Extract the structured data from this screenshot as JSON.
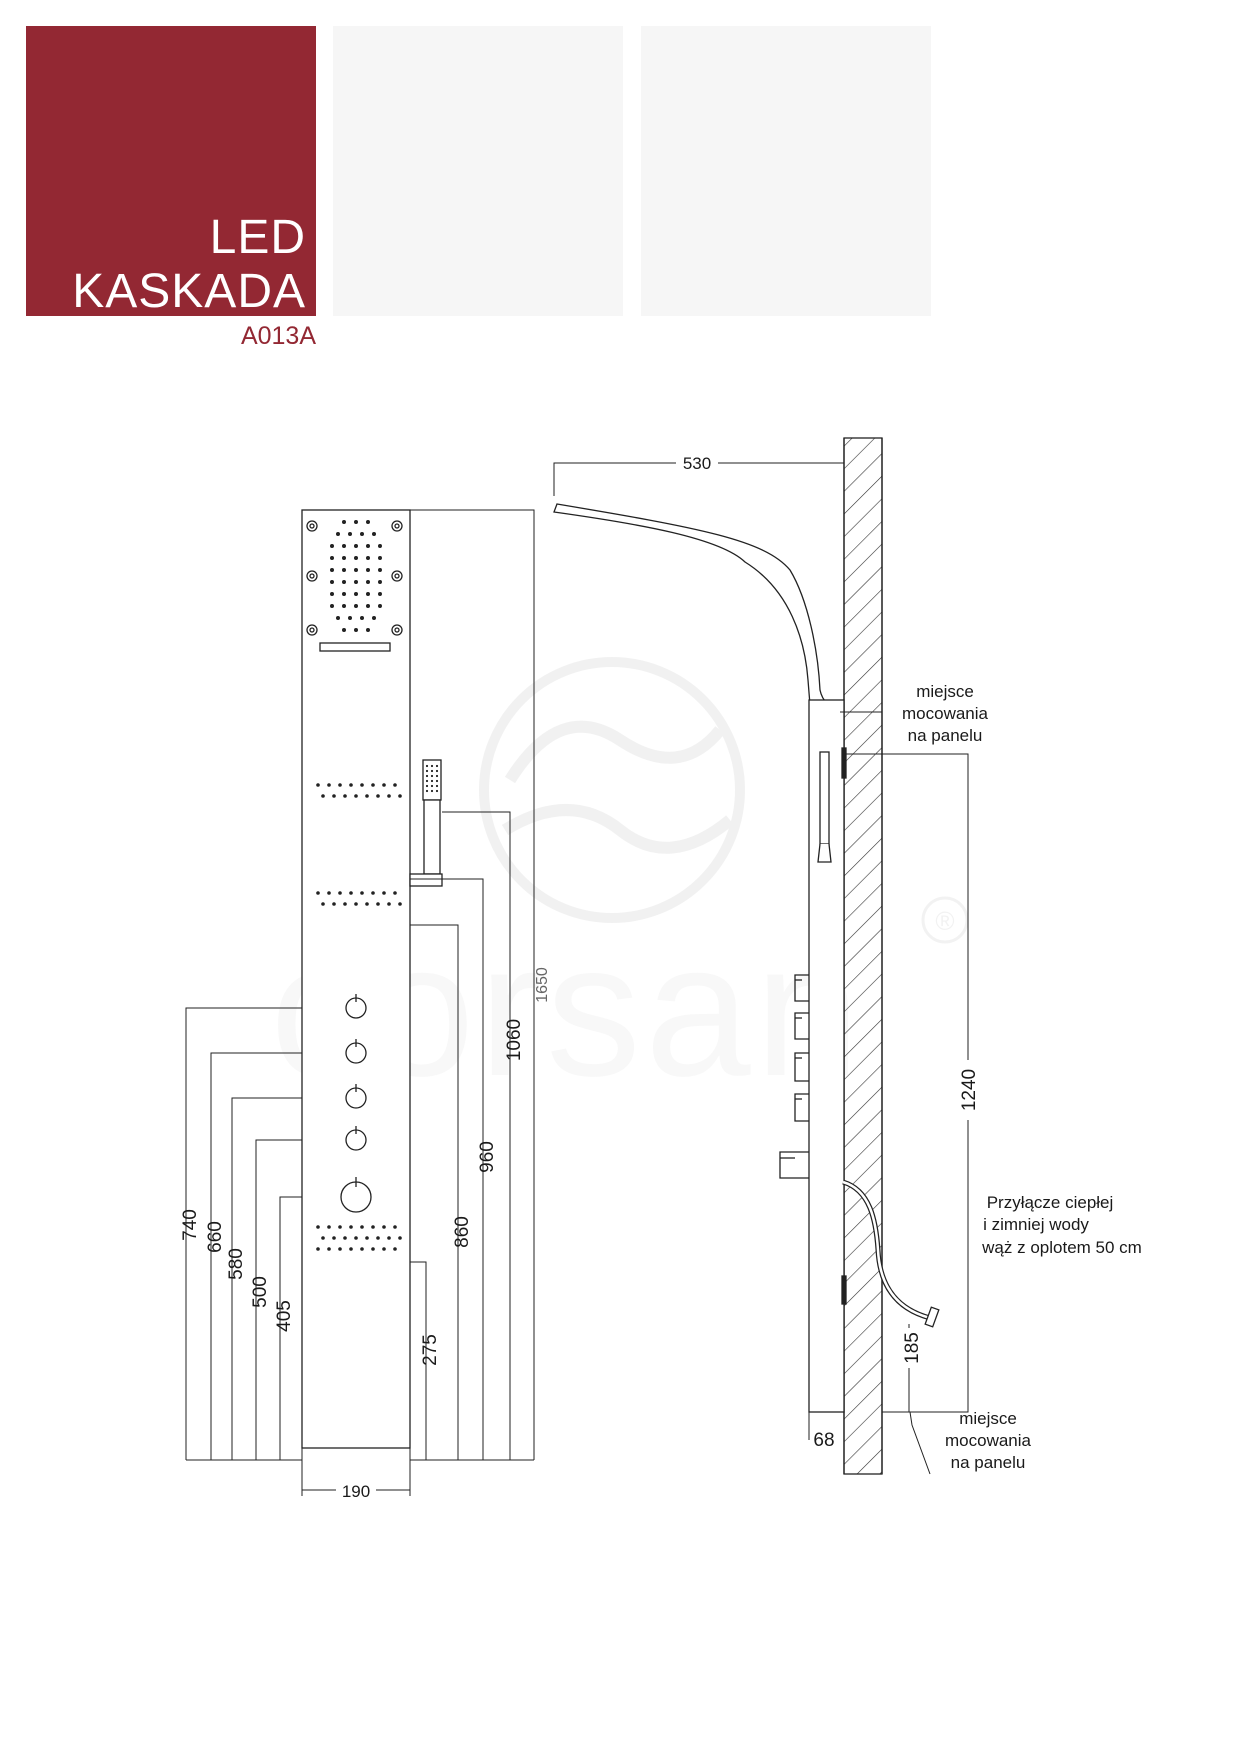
{
  "brand": {
    "title_line1": "LED",
    "title_line2": "KASKADA",
    "model_code": "A013A",
    "accent_color": "#932833",
    "watermark": {
      "text": "corsan",
      "mark": "®"
    }
  },
  "drawing": {
    "front_view": {
      "width_label": "190",
      "height_label": "1650",
      "left_dimensions": [
        "740",
        "660",
        "580",
        "500",
        "405"
      ],
      "right_dimensions": [
        "1060",
        "960",
        "860",
        "275"
      ]
    },
    "side_view": {
      "arm_length_label": "530",
      "mount_spacing_label": "1240",
      "depth_label": "68",
      "lower_offset_label": "185",
      "mount_note_top": [
        "miejsce",
        "mocowania",
        "na panelu"
      ],
      "connection_note": [
        "Przyłącze ciepłej",
        "i zimniej wody",
        "wąż z oplotem 50 cm"
      ],
      "mount_note_bottom": [
        "miejsce",
        "mocowania",
        "na panelu"
      ]
    }
  }
}
